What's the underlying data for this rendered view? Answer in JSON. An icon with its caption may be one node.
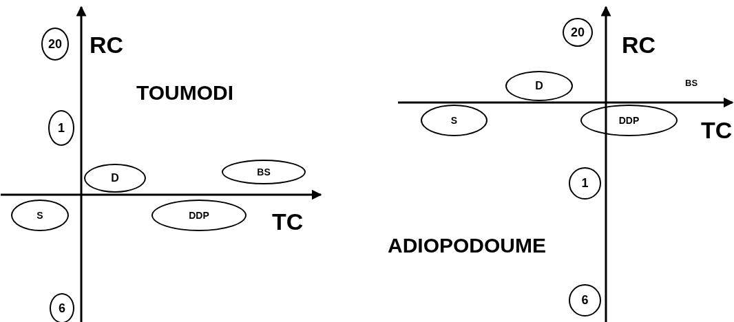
{
  "diagram": {
    "nodes": [
      {
        "text": [
          "20"
        ]
      },
      {
        "text": [
          "1"
        ]
      },
      {
        "text": [
          "D"
        ]
      },
      {
        "text": [
          "BS"
        ]
      },
      {
        "text": [
          "S"
        ]
      },
      {
        "text": [
          "DDP"
        ]
      },
      {
        "text": [
          "6"
        ]
      },
      {
        "text": [
          "20"
        ]
      },
      {
        "text": [
          "D"
        ]
      },
      {
        "text": [
          "S"
        ]
      },
      {
        "text": [
          "DDP"
        ]
      },
      {
        "text": [
          "1"
        ]
      },
      {
        "text": [
          "6"
        ]
      }
    ],
    "edges": [],
    "labels": [
      "RC",
      "TOUMODI",
      "TC",
      "RC",
      "BS",
      "TC",
      "ADIOPODOUME"
    ]
  }
}
